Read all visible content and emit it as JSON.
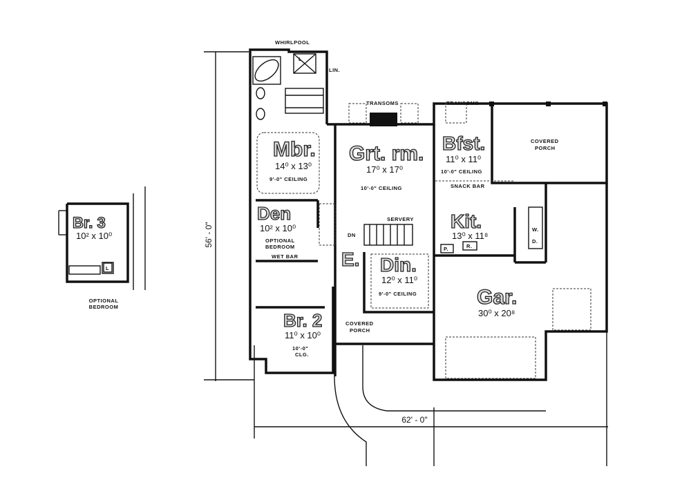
{
  "plan": {
    "overall_depth": "56' - 0\"",
    "overall_width": "62' - 0\"",
    "labels": {
      "whirlpool": "WHIRLPOOL",
      "linen": "LIN.",
      "transoms_left": "TRANSOMS",
      "transoms_right": "TRANSOMS",
      "snack_bar": "SNACK BAR",
      "servery": "SERVERY",
      "down": "DN",
      "wet_bar": "WET BAR",
      "covered_porch_rear": [
        "COVERED",
        "PORCH"
      ],
      "covered_porch_front": [
        "COVERED",
        "PORCH"
      ],
      "optional_bedroom_note": [
        "OPTIONAL",
        "BEDROOM"
      ],
      "pantry": "P.",
      "refrigerator": "R.",
      "dryer": "D.",
      "washer": "W.",
      "linen_closet": "L"
    },
    "rooms": {
      "mbr": {
        "name": "Mbr.",
        "size": "14⁰ x 13⁰",
        "ceiling": "9'-0\" CEILING"
      },
      "grt": {
        "name": "Grt. rm.",
        "size": "17⁰ x 17⁰",
        "ceiling": "10'-0\" CEILING"
      },
      "bfst": {
        "name": "Bfst.",
        "size": "11⁰ x 11⁰",
        "ceiling": "10'-0\" CEILING"
      },
      "kit": {
        "name": "Kit.",
        "size": "13⁰ x 11⁸"
      },
      "den": {
        "name": "Den",
        "size": "10² x 10⁰",
        "note": [
          "OPTIONAL",
          "BEDROOM"
        ]
      },
      "entry": {
        "name": "E."
      },
      "din": {
        "name": "Din.",
        "size": "12⁰ x 11⁰",
        "ceiling": "9'-0\" CEILING"
      },
      "br2": {
        "name": "Br. 2",
        "size": "11⁰ x 10⁰",
        "ceiling": [
          "10'-0\"",
          "CLG."
        ]
      },
      "gar": {
        "name": "Gar.",
        "size": "30⁰ x 20⁸"
      },
      "br3": {
        "name": "Br. 3",
        "size": "10² x 10⁰"
      }
    }
  }
}
